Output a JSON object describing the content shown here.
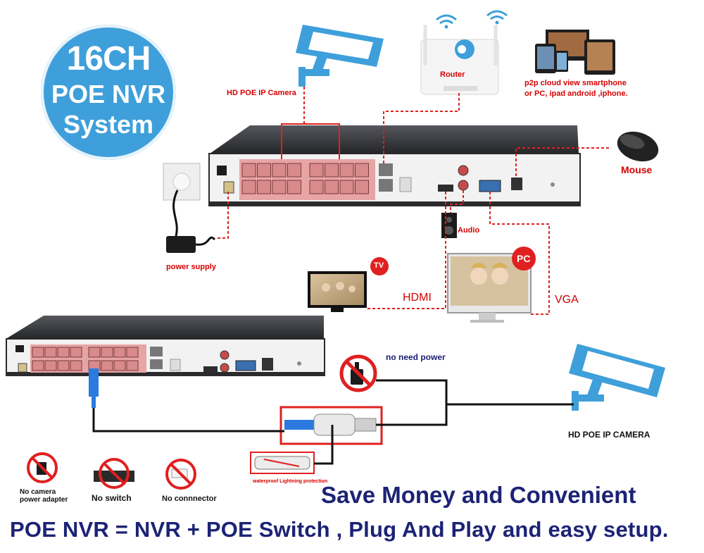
{
  "badge": {
    "line1": "16CH",
    "line2": "POE NVR",
    "line3": "System"
  },
  "labels": {
    "camera_top": "HD POE IP Camera",
    "router": "Router",
    "cloud_line1": "p2p cloud  view smartphone",
    "cloud_line2": "or PC, ipad android ,iphone.",
    "mouse": "Mouse",
    "audio": "Audio",
    "power_supply": "power supply",
    "tv": "TV",
    "pc": "PC",
    "hdmi": "HDMI",
    "vga": "VGA",
    "no_need_power": "no need power",
    "camera_bottom": "HD POE IP CAMERA",
    "waterproof": "waterproof Lightning protection",
    "no_adapter_line1": "No camera",
    "no_adapter_line2": "power adapter",
    "no_switch": "No switch",
    "no_connector": "No connnector"
  },
  "footer": {
    "slogan": "Save Money and Convenient",
    "equation": "POE NVR = NVR + POE Switch , Plug And Play and easy setup."
  },
  "colors": {
    "badge": "#3f9fda",
    "camera": "#3f9fda",
    "accent_red": "#d60000",
    "navy_text": "#1c2375",
    "nvr_body": "#2b2b2e",
    "port_panel": "#e7a4a4"
  }
}
